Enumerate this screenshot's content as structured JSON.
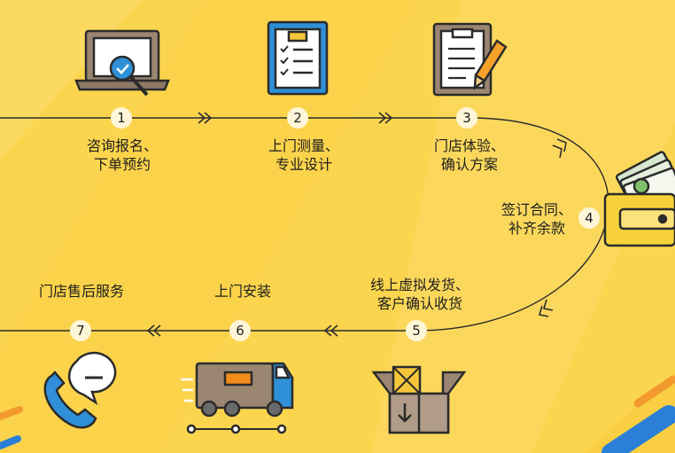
{
  "steps": [
    {
      "number": "1",
      "line1": "咨询报名、",
      "line2": "下单预约",
      "icon": "laptop-search-icon"
    },
    {
      "number": "2",
      "line1": "上门测量、",
      "line2": "专业设计",
      "icon": "clipboard-checklist-icon"
    },
    {
      "number": "3",
      "line1": "门店体验、",
      "line2": "确认方案",
      "icon": "document-pencil-icon"
    },
    {
      "number": "4",
      "line1": "签订合同、",
      "line2": "补齐余款",
      "icon": "wallet-money-icon"
    },
    {
      "number": "5",
      "line1": "线上虚拟发货、",
      "line2": "客户确认收货",
      "icon": "package-box-icon"
    },
    {
      "number": "6",
      "line1": "上门安装",
      "line2": "",
      "icon": "delivery-truck-icon"
    },
    {
      "number": "7",
      "line1": "门店售后服务",
      "line2": "",
      "icon": "phone-chat-icon"
    }
  ],
  "colors": {
    "background": "#fbd54e",
    "line": "#2b2b2b",
    "badge": "#fff6d8",
    "icon_blue": "#2f8fd8",
    "icon_orange": "#f28b1c",
    "icon_brown": "#9b8672"
  }
}
